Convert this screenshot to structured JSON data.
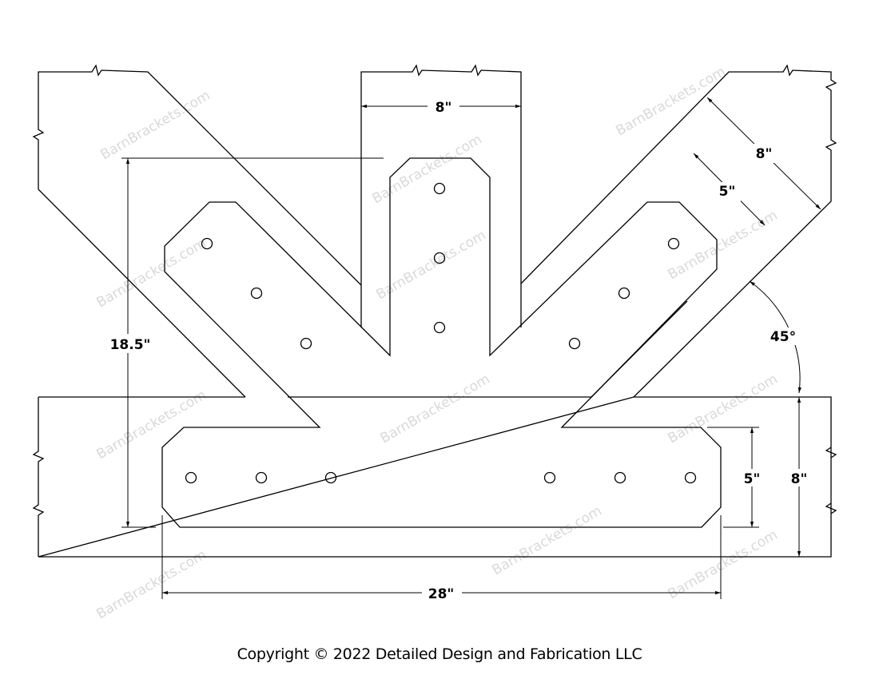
{
  "dimensions": {
    "post_width": "8\"",
    "overall_height": "18.5\"",
    "overall_width": "28\"",
    "bottom_plate_height": "5\"",
    "beam_height": "8\"",
    "diagonal_beam_width": "8\"",
    "diagonal_plate_width": "5\"",
    "angle": "45°"
  },
  "watermark": "BarnBrackets.com",
  "copyright": "Copyright © 2022 Detailed Design and Fabrication LLC"
}
